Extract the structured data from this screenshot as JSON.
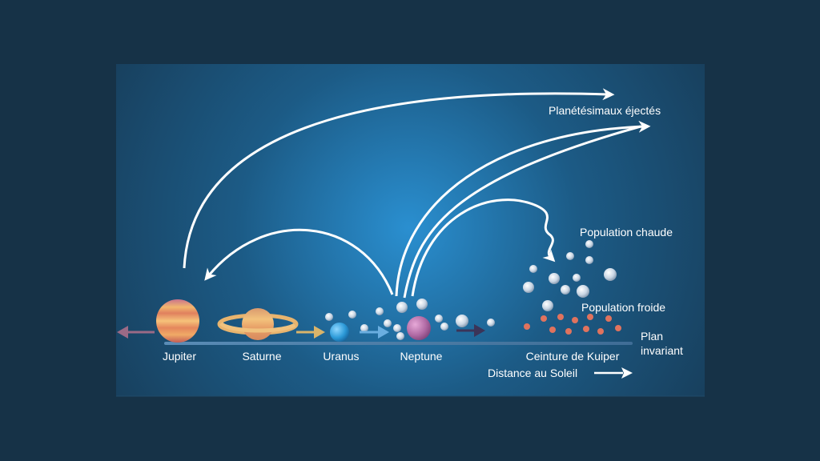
{
  "labels": {
    "ejected": "Planétésimaux éjectés",
    "hot_population": "Population chaude",
    "cold_population": "Population froide",
    "plane_line1": "Plan",
    "plane_line2": "invariant",
    "distance": "Distance au Soleil"
  },
  "planets": [
    {
      "name": "Jupiter",
      "color": "#e8a060"
    },
    {
      "name": "Saturne",
      "color": "#e9b06a"
    },
    {
      "name": "Uranus",
      "color": "#3aa7e0"
    },
    {
      "name": "Neptune",
      "color": "#b56fa8"
    }
  ],
  "kuiper": {
    "name": "Ceinture de Kuiper"
  },
  "colors": {
    "background": "#163247",
    "panel_glow": "#2a8fd0",
    "arrow": "#ffffff",
    "cold_population": "#e0735e",
    "jupiter_arrow": "#9b6a86",
    "saturn_arrow": "#d9b46a",
    "uranus_arrow": "#6aaee0",
    "neptune_arrow": "#3b3458"
  }
}
